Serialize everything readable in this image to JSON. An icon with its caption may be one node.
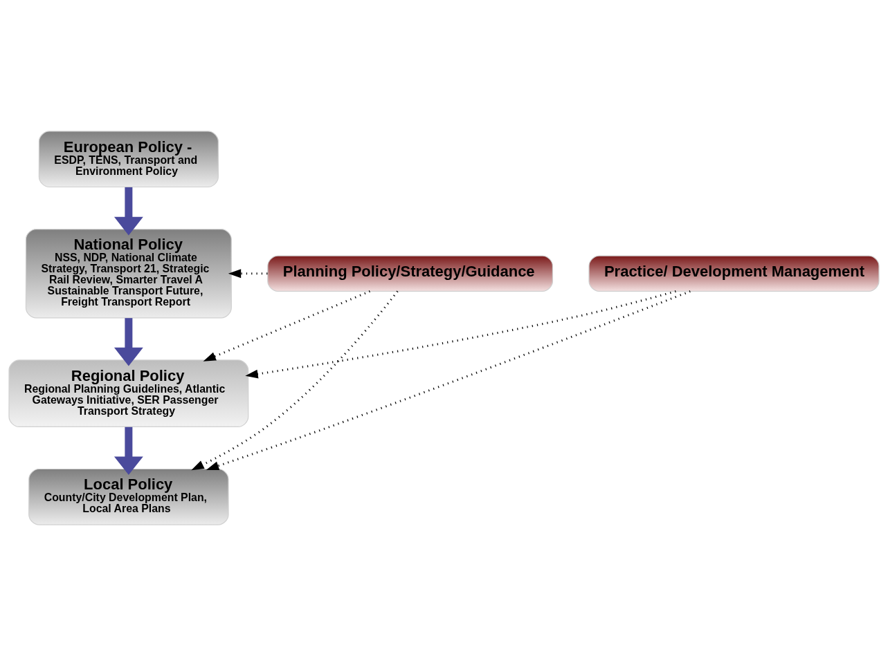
{
  "diagram": {
    "nodes": [
      {
        "text": [
          "European Policy -",
          "ESDP, TENS, Transport and Environment Policy"
        ]
      },
      {
        "text": [
          "Planning Policy/Strategy/Guidance"
        ]
      },
      {
        "text": [
          "National Policy",
          "NSS, NDP, National Climate Strategy, Transport 21, Strategic Rail Review, Smarter Travel A Sustainable Transport Future, Freight Transport Report"
        ]
      },
      {
        "text": [
          "Practice/ Development Management"
        ]
      },
      {
        "text": [
          "Regional Policy",
          "Regional Planning Guidelines, Atlantic Gateways Initiative, SER Passenger Transport Strategy"
        ]
      },
      {
        "text": [
          "Local Policy",
          "County/City Development Plan, Local Area Plans"
        ]
      }
    ],
    "edges": [
      {
        "from": 0,
        "to": 2,
        "arrow": "to",
        "style": "thick",
        "color": "#4a4a9c"
      },
      {
        "from": 1,
        "to": 2,
        "arrow": "to",
        "style": "dashed"
      },
      {
        "from": 2,
        "to": 4,
        "arrow": "to",
        "style": "thick",
        "color": "#4a4a9c"
      },
      {
        "from": 1,
        "to": 4,
        "arrow": "to",
        "style": "dashed"
      },
      {
        "from": 3,
        "to": 4,
        "arrow": "to",
        "style": "dashed"
      },
      {
        "from": 4,
        "to": 5,
        "arrow": "to",
        "style": "thick",
        "color": "#4a4a9c"
      },
      {
        "from": 1,
        "to": 5,
        "arrow": "to",
        "style": "dashed"
      },
      {
        "from": 3,
        "to": 5,
        "arrow": "to",
        "style": "dashed"
      }
    ]
  }
}
